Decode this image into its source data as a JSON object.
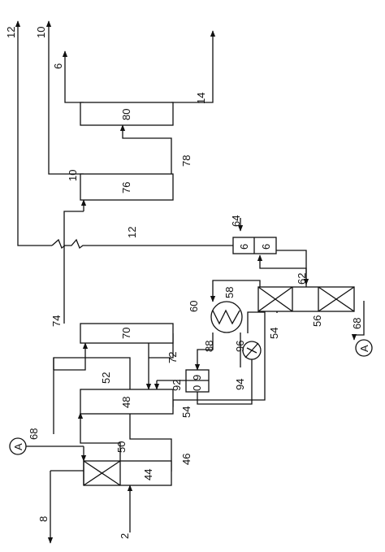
{
  "labels": {
    "s2": "2",
    "s8": "8",
    "s10": "10",
    "s12": "12",
    "s12b": "12",
    "s6": "6",
    "s14": "14",
    "s44": "44",
    "s46": "46",
    "s48": "48",
    "s50": "50",
    "s52": "52",
    "s54": "54",
    "s54b": "54",
    "s56": "56",
    "s58": "58",
    "s60": "60",
    "s62": "62",
    "s64": "64",
    "s68": "68",
    "s68b": "68",
    "s70": "70",
    "s72": "72",
    "s74": "74",
    "s76": "76",
    "s78": "78",
    "s80": "80",
    "s88": "88",
    "s92": "92",
    "s94": "94",
    "s96": "96",
    "s10b": "10",
    "v66a": "6",
    "v66b": "6",
    "v90a": "9",
    "v90b": "0",
    "circleA1": "A",
    "circleA2": "A"
  }
}
